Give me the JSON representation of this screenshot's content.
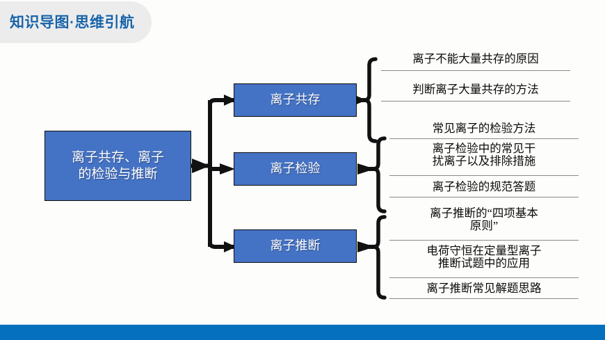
{
  "header": {
    "title": "知识导图·思维引航",
    "accent_color": "#1763a8",
    "deco_color": "#ececec"
  },
  "footer": {
    "bar_color": "#0570be"
  },
  "palette": {
    "box_fill": "#4472c4",
    "box_border": "#0d0d0d",
    "box_text": "#ffffff",
    "connector": "#111111",
    "underline": "#8a8a8a"
  },
  "mindmap": {
    "root": {
      "label": "离子共存、离子\n的检验与推断"
    },
    "branches": [
      {
        "label": "离子共存",
        "items": [
          {
            "text": "离子不能大量共存的原因"
          },
          {
            "text": "判断离子大量共存的方法"
          }
        ]
      },
      {
        "label": "离子检验",
        "items": [
          {
            "text": "常见离子的检验方法"
          },
          {
            "text": "离子检验中的常见干\n扰离子以及排除措施"
          },
          {
            "text": "离子检验的规范答题"
          }
        ]
      },
      {
        "label": "离子推断",
        "items": [
          {
            "text": "离子推断的“四项基本\n原则”"
          },
          {
            "text": "电荷守恒在定量型离子\n推断试题中的应用"
          },
          {
            "text": "离子推断常见解题思路"
          }
        ]
      }
    ]
  }
}
